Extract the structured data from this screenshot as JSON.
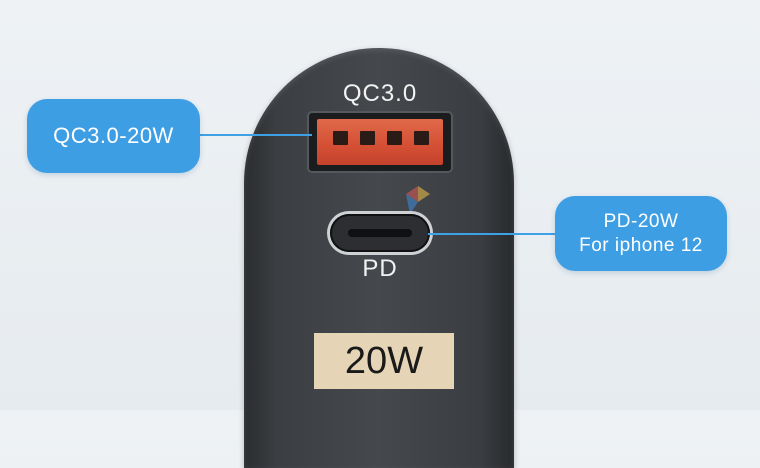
{
  "product": {
    "top_port_label": "QC3.0",
    "bottom_port_label": "PD",
    "power_badge": "20W"
  },
  "callouts": {
    "left": {
      "text": "QC3.0-20W"
    },
    "right": {
      "line1": "PD-20W",
      "line2": "For iphone 12"
    }
  },
  "colors": {
    "callout_blue": "#3e9ee4",
    "usb_a_orange": "#d44f34",
    "badge_tan": "#e5d4b5",
    "charger_body": "#3b3e42"
  },
  "icons": {
    "usb_a": "usb-a-port-icon",
    "usb_c": "usb-c-port-icon",
    "watermark": "brand-logo-watermark-icon"
  }
}
